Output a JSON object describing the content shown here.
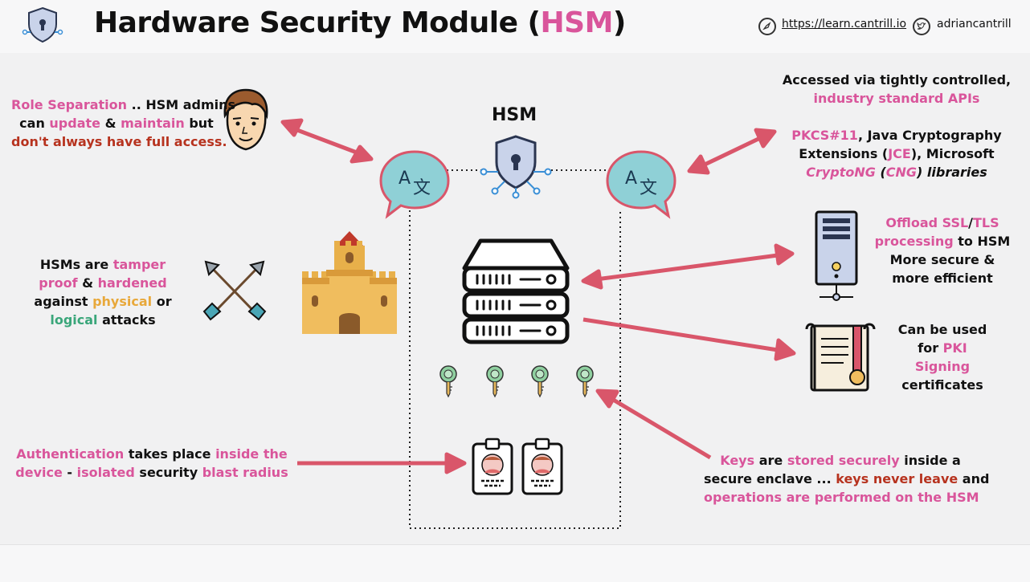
{
  "header": {
    "title_prefix": "Hardware Security Module (",
    "title_highlight": "HSM",
    "title_suffix": ")",
    "link_url": "https://learn.cantrill.io",
    "twitter_handle": "adriancantrill"
  },
  "hsm_label": "HSM",
  "left": {
    "role": {
      "l1_a": "Role Separation",
      "l1_b": " .. HSM admins",
      "l2_a": "can ",
      "l2_b": "update",
      "l2_c": " & ",
      "l2_d": "maintain",
      "l2_e": " but",
      "l3": "don't always have full access."
    },
    "tamper": {
      "l1_a": "HSMs are ",
      "l1_b": "tamper",
      "l2_a": "proof",
      "l2_b": " & ",
      "l2_c": "hardened",
      "l3_a": "against ",
      "l3_b": "physical",
      "l3_c": " or",
      "l4_a": "logical",
      "l4_b": " attacks"
    },
    "auth": {
      "l1_a": "Authentication",
      "l1_b": " takes place ",
      "l1_c": "inside the",
      "l2_a": "device",
      "l2_b": " - ",
      "l2_c": "isolated",
      "l2_d": " security ",
      "l2_e": "blast radius"
    }
  },
  "right": {
    "apis": {
      "l1": "Accessed via tightly controlled,",
      "l2": "industry standard APIs",
      "l3_a": "PKCS#11",
      "l3_b": ", Java Cryptography",
      "l4_a": "Extensions (",
      "l4_b": "JCE",
      "l4_c": "), Microsoft",
      "l5_a": "CryptoNG",
      "l5_b": " (",
      "l5_c": "CNG",
      "l5_d": ") libraries"
    },
    "ssl": {
      "l1_a": "Offload SSL",
      "l1_b": "/",
      "l1_c": "TLS",
      "l2_a": "processing",
      "l2_b": " to HSM",
      "l3": "More secure &",
      "l4": "more efficient"
    },
    "pki": {
      "l1": "Can be used",
      "l2_a": "for ",
      "l2_b": "PKI",
      "l3": "Signing",
      "l4": "certificates"
    },
    "keys": {
      "l1_a": "Keys",
      "l1_b": " are ",
      "l1_c": "stored securely",
      "l1_d": " inside a",
      "l2_a": "secure enclave ... ",
      "l2_b": "keys never leave",
      "l2_c": " and",
      "l3": "operations are performed on the HSM"
    }
  },
  "icons": {
    "translate_glyph_a": "A",
    "translate_glyph_b": "文"
  },
  "colors": {
    "accent_pink": "#d9559b",
    "accent_red": "#b7331f",
    "accent_orange": "#e8a83a",
    "accent_green": "#3aa67a",
    "arrow": "#d9566a",
    "bubble": "#8fd0d6"
  }
}
